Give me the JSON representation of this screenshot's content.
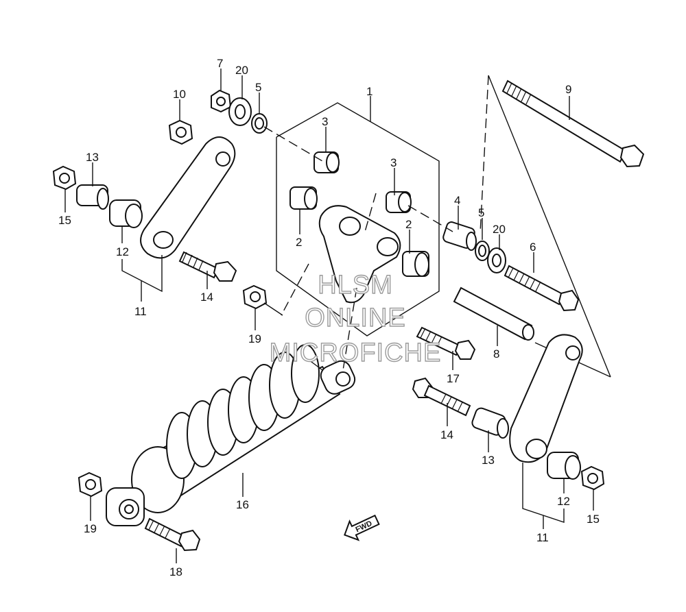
{
  "diagram": {
    "callouts": {
      "c1": "1",
      "c2a": "2",
      "c2b": "2",
      "c3a": "3",
      "c3b": "3",
      "c4": "4",
      "c5a": "5",
      "c5b": "5",
      "c6": "6",
      "c7": "7",
      "c8": "8",
      "c9": "9",
      "c10": "10",
      "c11a": "11",
      "c11b": "11",
      "c12a": "12",
      "c12b": "12",
      "c13a": "13",
      "c13b": "13",
      "c14a": "14",
      "c14b": "14",
      "c15a": "15",
      "c15b": "15",
      "c16": "16",
      "c17": "17",
      "c18": "18",
      "c19a": "19",
      "c19b": "19",
      "c20a": "20",
      "c20b": "20"
    },
    "fwd_label": "FWD",
    "watermark": [
      "HLSM",
      "ONLINE",
      "MICROFICHE"
    ]
  }
}
